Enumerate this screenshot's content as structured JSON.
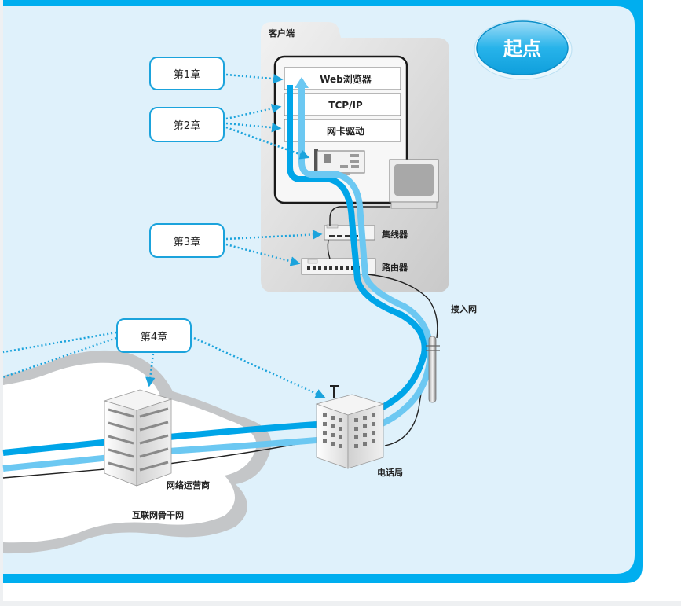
{
  "diagram": {
    "badge": {
      "label": "起点"
    },
    "client": {
      "folder_label": "客户端",
      "layers": [
        {
          "label": "Web浏览器"
        },
        {
          "label": "TCP/IP"
        },
        {
          "label": "网卡驱动"
        }
      ],
      "devices": {
        "hub": "集线器",
        "router": "路由器"
      }
    },
    "chapters": [
      {
        "label": "第1章"
      },
      {
        "label": "第2章"
      },
      {
        "label": "第3章"
      },
      {
        "label": "第4章"
      }
    ],
    "labels": {
      "access_network": "接入网",
      "telephone_office": "电话局",
      "isp": "网络运营商",
      "backbone": "互联网骨干网"
    },
    "colors": {
      "frame": "#00aeef",
      "background": "#dff1fb",
      "flow_dark": "#00a5e8",
      "flow_light": "#6cc8f2",
      "dotted": "#1ba3dc"
    }
  }
}
